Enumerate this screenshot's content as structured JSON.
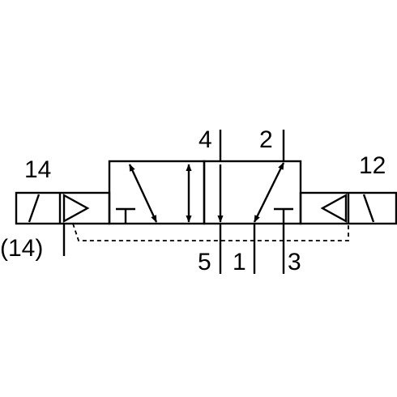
{
  "ports": {
    "p4": "4",
    "p2": "2",
    "p14": "14",
    "p12": "12",
    "p14_paren": "(14)",
    "p5": "5",
    "p1": "1",
    "p3": "3"
  }
}
